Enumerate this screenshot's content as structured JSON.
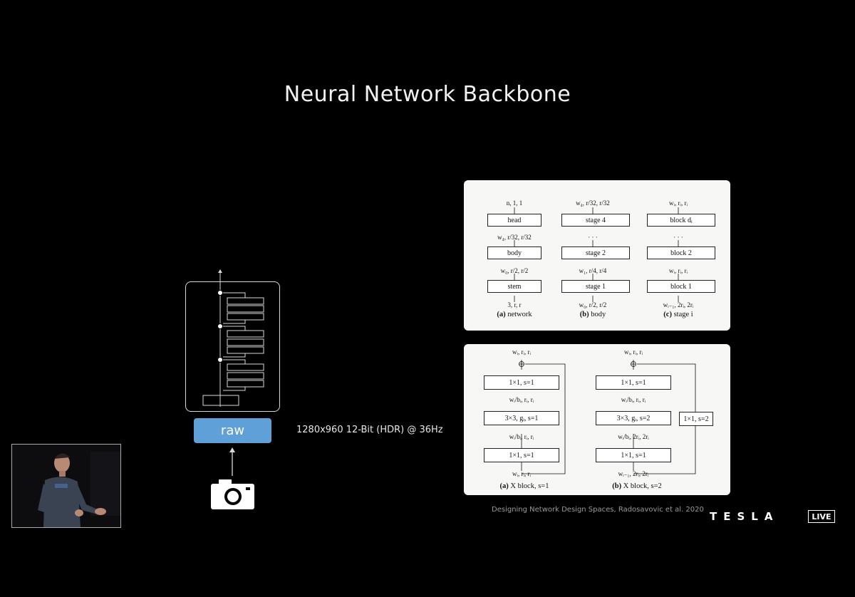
{
  "slide": {
    "title": "Neural Network Backbone",
    "raw_label": "raw",
    "raw_spec": "1280x960 12-Bit (HDR) @ 36Hz",
    "citation": "Designing Network Design Spaces, Radosavovic et al. 2020",
    "brand": "TESLA",
    "live_badge": "LIVE"
  },
  "top_panel": {
    "network": {
      "top_label": "n, 1, 1",
      "boxes": [
        "head",
        "body",
        "stem"
      ],
      "between": [
        "w₄, r/32, r/32",
        "w₀, r/2, r/2"
      ],
      "bottom_label": "3, r, r",
      "caption_bold": "(a)",
      "caption": "network"
    },
    "body": {
      "top_label": "w₄, r/32, r/32",
      "boxes": [
        "stage 4",
        "stage 2",
        "stage 1"
      ],
      "between": [
        "· · ·",
        "w₁, r/4, r/4"
      ],
      "bottom_label": "w₀, r/2, r/2",
      "caption_bold": "(b)",
      "caption": "body"
    },
    "stage": {
      "top_label": "wᵢ, rᵢ, rᵢ",
      "boxes": [
        "block dᵢ",
        "block 2",
        "block 1"
      ],
      "between": [
        "· · ·",
        "wᵢ, rᵢ, rᵢ"
      ],
      "bottom_label": "wᵢ₋₁, 2rᵢ, 2rᵢ",
      "caption_bold": "(c)",
      "caption": "stage i"
    }
  },
  "bottom_panel": {
    "block_s1": {
      "top_label": "wᵢ, rᵢ, rᵢ",
      "boxes": [
        "1×1, s=1",
        "3×3, gᵢ, s=1",
        "1×1, s=1"
      ],
      "between": [
        "wᵢ/bᵢ, rᵢ, rᵢ",
        "wᵢ/bᵢ, rᵢ, rᵢ"
      ],
      "bottom_label": "wᵢ, rᵢ, rᵢ",
      "caption_bold": "(a)",
      "caption": "X block, s=1"
    },
    "block_s2": {
      "top_label": "wᵢ, rᵢ, rᵢ",
      "boxes": [
        "1×1, s=1",
        "3×3, gᵢ, s=2",
        "1×1, s=1"
      ],
      "between": [
        "wᵢ/bᵢ, rᵢ, rᵢ",
        "wᵢ/bᵢ, 2rᵢ, 2rᵢ"
      ],
      "bottom_label": "wᵢ₋₁, 2rᵢ, 2rᵢ",
      "shortcut": "1×1, s=2",
      "caption_bold": "(b)",
      "caption": "X block, s=2"
    }
  },
  "colors": {
    "background": "#000000",
    "accent_blue": "#5fa0d8",
    "panel_bg": "#f7f7f5"
  },
  "icons": [
    "camera-icon",
    "up-arrow-icon"
  ]
}
